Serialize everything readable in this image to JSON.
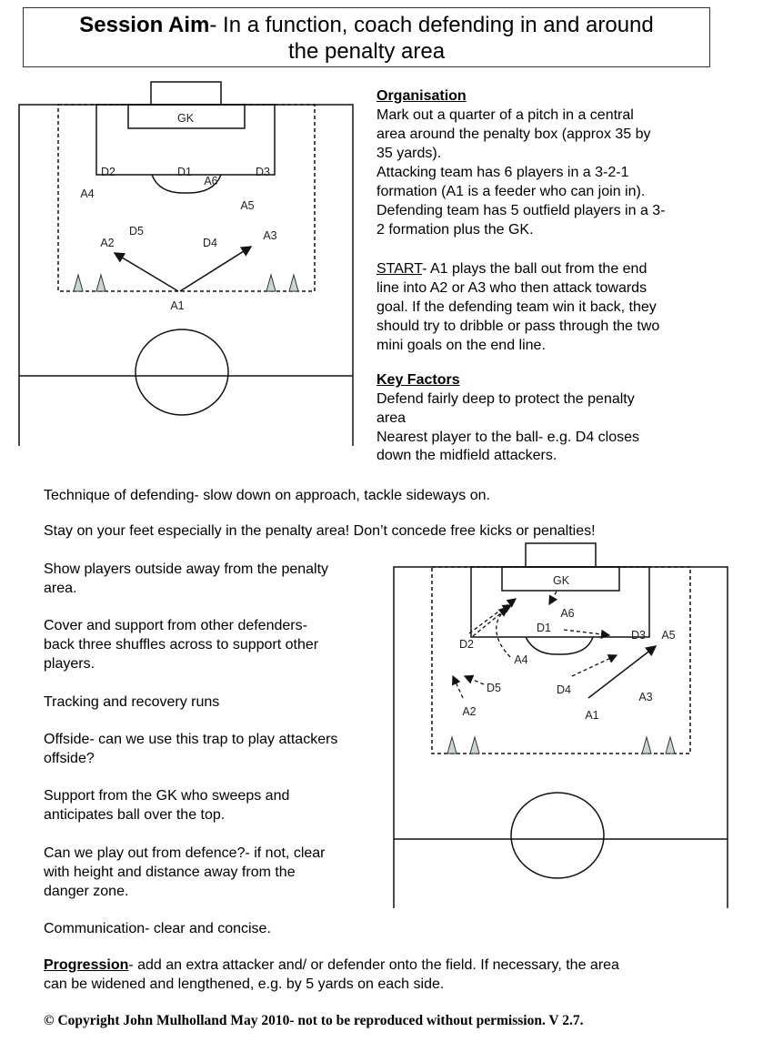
{
  "title": {
    "bold": "Session Aim",
    "rest_line1": "- In a function, coach defending in and around",
    "line2": "the penalty area"
  },
  "organisation": {
    "heading": "Organisation",
    "lines": [
      "Mark out a quarter of a pitch in a central",
      "area around the penalty box (approx 35 by",
      "35 yards).",
      "Attacking team has 6 players in a 3-2-1",
      "formation (A1 is a feeder who can join in).",
      "Defending team has 5 outfield players in a 3-",
      "2 formation plus the GK."
    ]
  },
  "start": {
    "label": "START",
    "first_rest": "- A1 plays the ball out from the end",
    "lines": [
      "line into A2 or A3 who then attack towards",
      "goal. If the defending team win it back, they",
      "should try to dribble or pass through the two",
      "mini goals on the end line."
    ]
  },
  "key_factors": {
    "heading": "Key Factors",
    "lines": [
      "Defend fairly deep to protect the penalty",
      "area",
      "Nearest player to the ball- e.g. D4 closes",
      "down the midfield attackers."
    ]
  },
  "points": {
    "lines": [
      "Technique of defending- slow down on approach, tackle sideways on.",
      "Stay on your feet especially in the penalty area! Don’t concede free kicks or penalties!",
      "Show players outside away from the penalty",
      "area.",
      "Cover and support from other defenders-",
      "back three shuffles across to support other",
      "players.",
      "Tracking and recovery runs",
      "Offside- can we use this trap to play attackers",
      "offside?",
      "Support from the GK who sweeps and",
      "anticipates ball over the top.",
      "Can we play out from defence?- if not, clear",
      "with height and distance away from the",
      "danger zone.",
      "Communication- clear and concise."
    ]
  },
  "progression": {
    "label": "Progression",
    "first_rest": "- add an extra attacker and/ or defender onto the field. If necessary, the area",
    "line2": "can be widened and lengthened, e.g. by 5 yards on each side."
  },
  "copyright": "© Copyright John Mulholland May 2010- not to be reproduced without permission. V 2.7.",
  "diagram1": {
    "labels": {
      "GK": "GK",
      "D1": "D1",
      "D2": "D2",
      "D3": "D3",
      "D4": "D4",
      "D5": "D5",
      "A1": "A1",
      "A2": "A2",
      "A3": "A3",
      "A4": "A4",
      "A5": "A5",
      "A6": "A6"
    }
  },
  "diagram2": {
    "labels": {
      "GK": "GK",
      "D1": "D1",
      "D2": "D2",
      "D3": "D3",
      "D4": "D4",
      "D5": "D5",
      "A1": "A1",
      "A2": "A2",
      "A3": "A3",
      "A4": "A4",
      "A5": "A5",
      "A6": "A6"
    }
  },
  "colors": {
    "cone_fill": "#c8d8d0",
    "line": "#111111"
  }
}
